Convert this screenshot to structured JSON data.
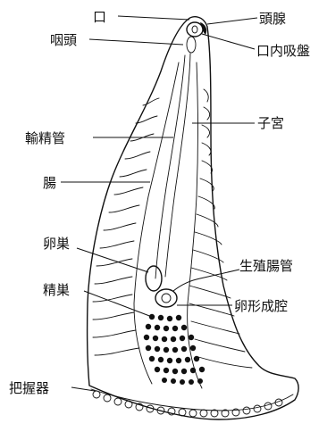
{
  "labels": {
    "mouth": "口",
    "head_gland": "頭腺",
    "pharynx": "咽頭",
    "oral_sucker": "口内吸盤",
    "uterus": "子宮",
    "vas_deferens": "輸精管",
    "intestine": "腸",
    "ovary": "卵巣",
    "genito_intestinal_canal": "生殖腸管",
    "testis": "精巣",
    "ootype": "卵形成腔",
    "haptor": "把握器"
  }
}
